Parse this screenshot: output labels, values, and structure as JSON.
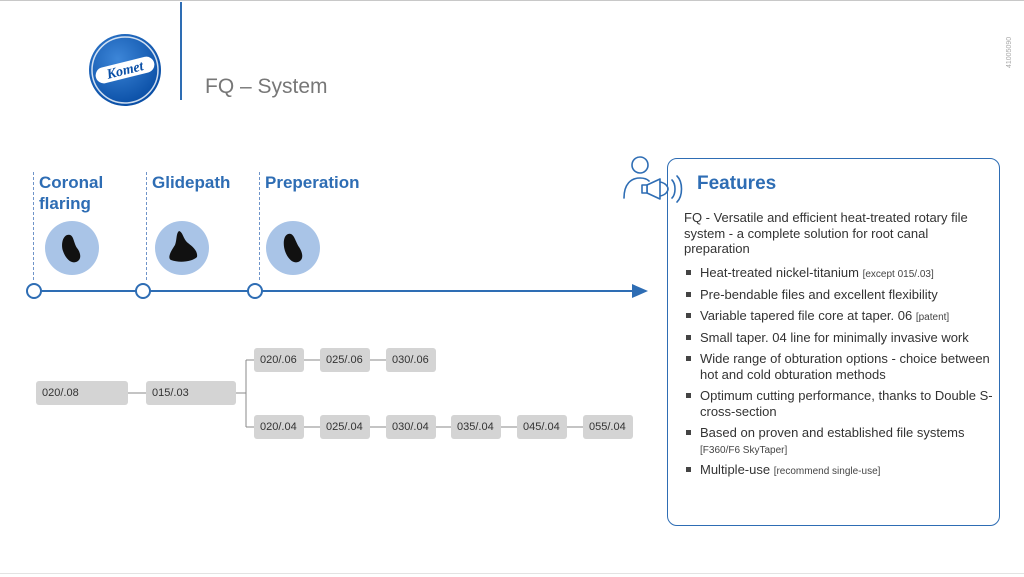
{
  "header": {
    "logo_text": "Komet",
    "title": "FQ – System",
    "doc_id": "41005090"
  },
  "phases": [
    {
      "label": "Coronal\nflaring"
    },
    {
      "label": "Glidepath"
    },
    {
      "label": "Preperation"
    }
  ],
  "files": {
    "root": "020/.08",
    "glide": "015/.03",
    "row_06": [
      "020/.06",
      "025/.06",
      "030/.06"
    ],
    "row_04": [
      "020/.04",
      "025/.04",
      "030/.04",
      "035/.04",
      "045/.04",
      "055/.04"
    ]
  },
  "features": {
    "title": "Features",
    "intro": "FQ - Versatile and efficient heat-treated rotary file system - a complete solution for root canal preparation",
    "items": [
      {
        "text": "Heat-treated nickel-titanium ",
        "note": "[except 015/.03]"
      },
      {
        "text": "Pre-bendable files and excellent flexibility",
        "note": ""
      },
      {
        "text": "Variable tapered file core at taper. 06 ",
        "note": "[patent]"
      },
      {
        "text": "Small taper. 04 line for minimally invasive work",
        "note": ""
      },
      {
        "text": "Wide range of obturation options - choice between hot and cold obturation methods",
        "note": ""
      },
      {
        "text": "Optimum cutting performance, thanks to Double S-cross-section",
        "note": ""
      },
      {
        "text": "Based on proven and established file systems ",
        "note": "[F360/F6 SkyTaper]"
      },
      {
        "text": "Multiple-use ",
        "note": "[recommend single-use]"
      }
    ]
  },
  "colors": {
    "brand_blue": "#2e6db4",
    "circle_fill": "#a9c4e7",
    "file_box": "#d4d4d4"
  }
}
